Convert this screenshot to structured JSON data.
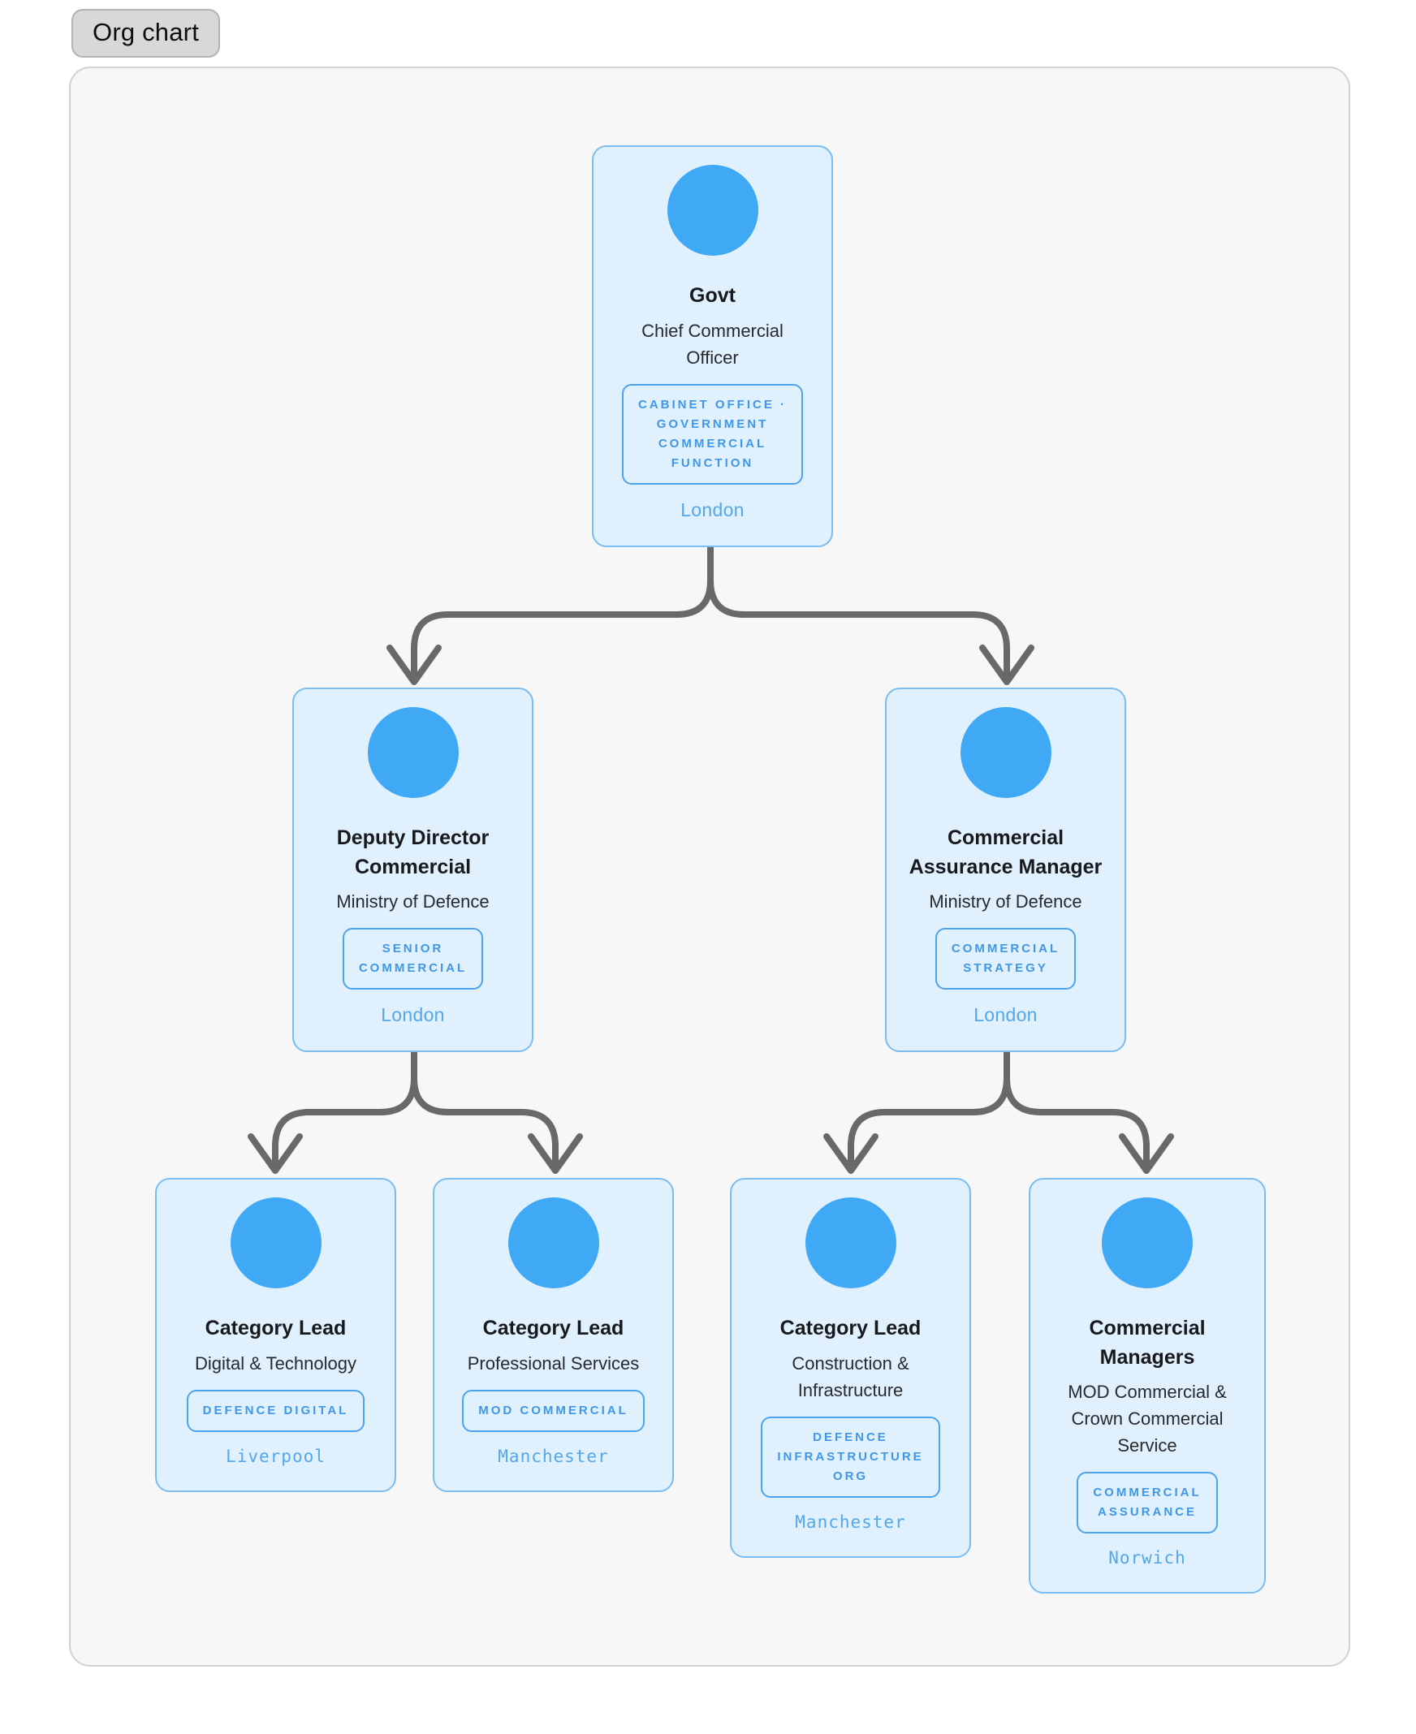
{
  "header": {
    "tag_label": "Org chart"
  },
  "colors": {
    "accent_blue": "#3fa9f5",
    "card_background": "#e0f0fc",
    "card_border": "#7bbdf0",
    "badge_blue": "#3f97e8",
    "location_blue": "#55a7e9",
    "connector_gray": "#696969",
    "canvas_background": "#f7f7f8",
    "tag_background": "#d8d8d8"
  },
  "org": {
    "nodes": [
      {
        "id": "govt",
        "title": "Govt",
        "subtitle": "Chief Commercial\nOfficer",
        "badge": "CABINET OFFICE ·\nGOVERNMENT\nCOMMERCIAL\nFUNCTION",
        "location": "London"
      },
      {
        "id": "deputy-director-commercial",
        "title": "Deputy Director\nCommercial",
        "subtitle": "Ministry of Defence",
        "badge": "SENIOR\nCOMMERCIAL",
        "location": "London"
      },
      {
        "id": "commercial-assurance-manager",
        "title": "Commercial\nAssurance Manager",
        "subtitle": "Ministry of Defence",
        "badge": "COMMERCIAL\nSTRATEGY",
        "location": "London"
      },
      {
        "id": "category-lead-digital",
        "title": "Category Lead",
        "subtitle": "Digital & Technology",
        "badge": "DEFENCE DIGITAL",
        "location": "Liverpool"
      },
      {
        "id": "category-lead-professional",
        "title": "Category Lead",
        "subtitle": "Professional Services",
        "badge": "MOD COMMERCIAL",
        "location": "Manchester"
      },
      {
        "id": "category-lead-construction",
        "title": "Category Lead",
        "subtitle": "Construction &\nInfrastructure",
        "badge": "DEFENCE\nINFRASTRUCTURE\nORG",
        "location": "Manchester"
      },
      {
        "id": "commercial-managers",
        "title": "Commercial\nManagers",
        "subtitle": "MOD Commercial &\nCrown Commercial\nService",
        "badge": "COMMERCIAL\nASSURANCE",
        "location": "Norwich"
      }
    ],
    "edges": [
      [
        "govt",
        "deputy-director-commercial"
      ],
      [
        "govt",
        "commercial-assurance-manager"
      ],
      [
        "deputy-director-commercial",
        "category-lead-digital"
      ],
      [
        "deputy-director-commercial",
        "category-lead-professional"
      ],
      [
        "commercial-assurance-manager",
        "category-lead-construction"
      ],
      [
        "commercial-assurance-manager",
        "commercial-managers"
      ]
    ]
  }
}
